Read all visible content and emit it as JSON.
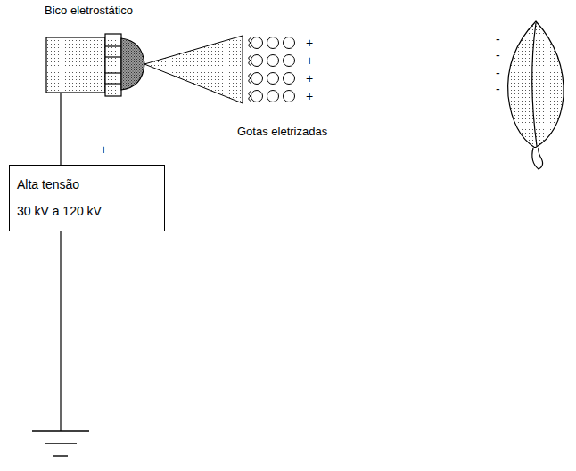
{
  "diagram": {
    "nodes": [
      {
        "text": [
          "Alta tensão",
          "30 kV a 120 kV"
        ]
      }
    ],
    "labels": [
      "Bico eletrostático",
      "+",
      "Gotas eletrizadas",
      "+",
      "+",
      "+",
      "+",
      "-",
      "-",
      "-",
      "-"
    ]
  }
}
